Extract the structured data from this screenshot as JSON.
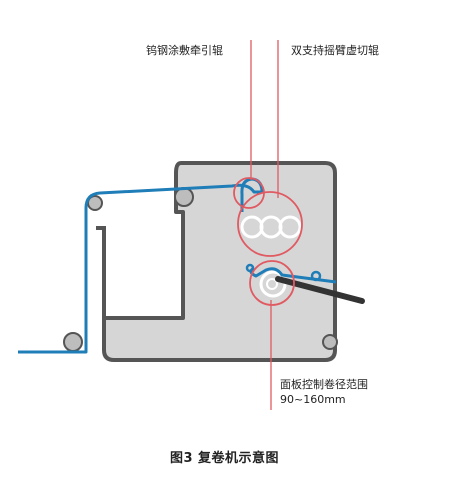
{
  "labels": {
    "tungsten_roller": "钨钢涂敷牵引辊",
    "swing_arm_cutter": "双支持摇臂虚切辊",
    "panel_range_title": "面板控制卷径范围",
    "panel_range_value": "90~160mm"
  },
  "caption": "图3  复卷机示意图",
  "colors": {
    "machine_fill": "#d6d6d6",
    "machine_outline": "#555555",
    "web_path": "#1f7db8",
    "callout": "#e05a62",
    "shaft": "#333333"
  }
}
